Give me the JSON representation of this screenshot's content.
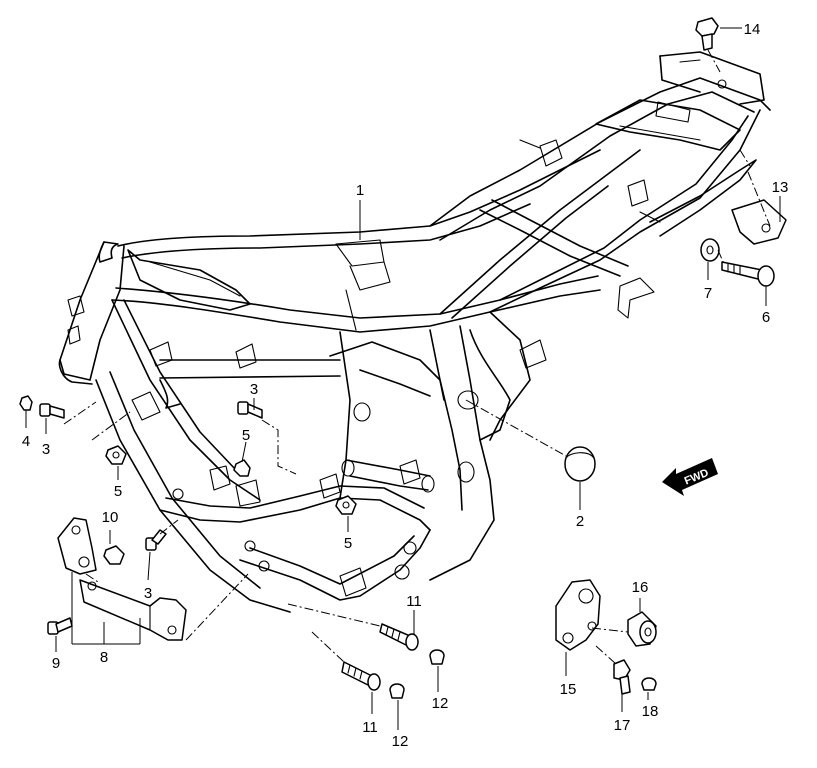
{
  "callouts": {
    "c1": "1",
    "c2": "2",
    "c3a": "3",
    "c3b": "3",
    "c3c": "3",
    "c4": "4",
    "c5a": "5",
    "c5b": "5",
    "c5c": "5",
    "c6": "6",
    "c7": "7",
    "c8": "8",
    "c9": "9",
    "c10": "10",
    "c11a": "11",
    "c11b": "11",
    "c12a": "12",
    "c12b": "12",
    "c13": "13",
    "c14": "14",
    "c15": "15",
    "c16": "16",
    "c17": "17",
    "c18": "18"
  },
  "fwd_label": "FWD"
}
